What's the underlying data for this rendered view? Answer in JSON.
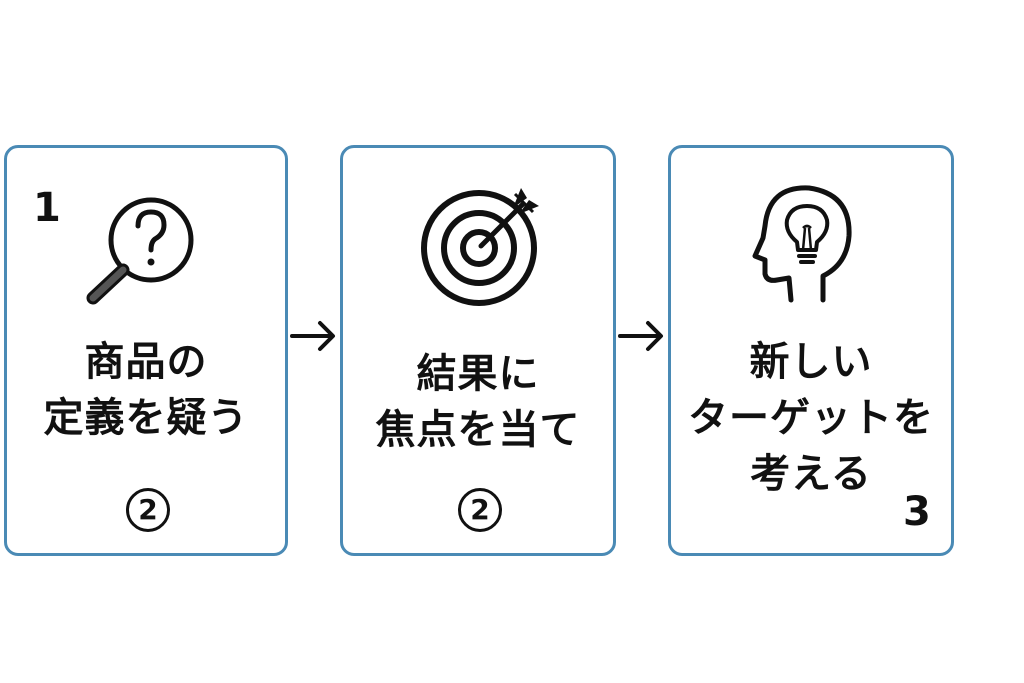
{
  "steps": [
    {
      "number": "1",
      "title_lines": [
        "商品の",
        "定義を疑う"
      ],
      "badge": "2",
      "icon": "magnifier-question-icon"
    },
    {
      "number": "",
      "title_lines": [
        "結果に",
        "焦点を当て"
      ],
      "badge": "2",
      "icon": "target-arrow-icon"
    },
    {
      "number": "3",
      "title_lines": [
        "新しい",
        "ターゲットを",
        "考える"
      ],
      "badge": "",
      "icon": "head-lightbulb-icon"
    }
  ],
  "colors": {
    "card_border": "#4a8ab5",
    "ink": "#111111",
    "handle": "#555555"
  }
}
